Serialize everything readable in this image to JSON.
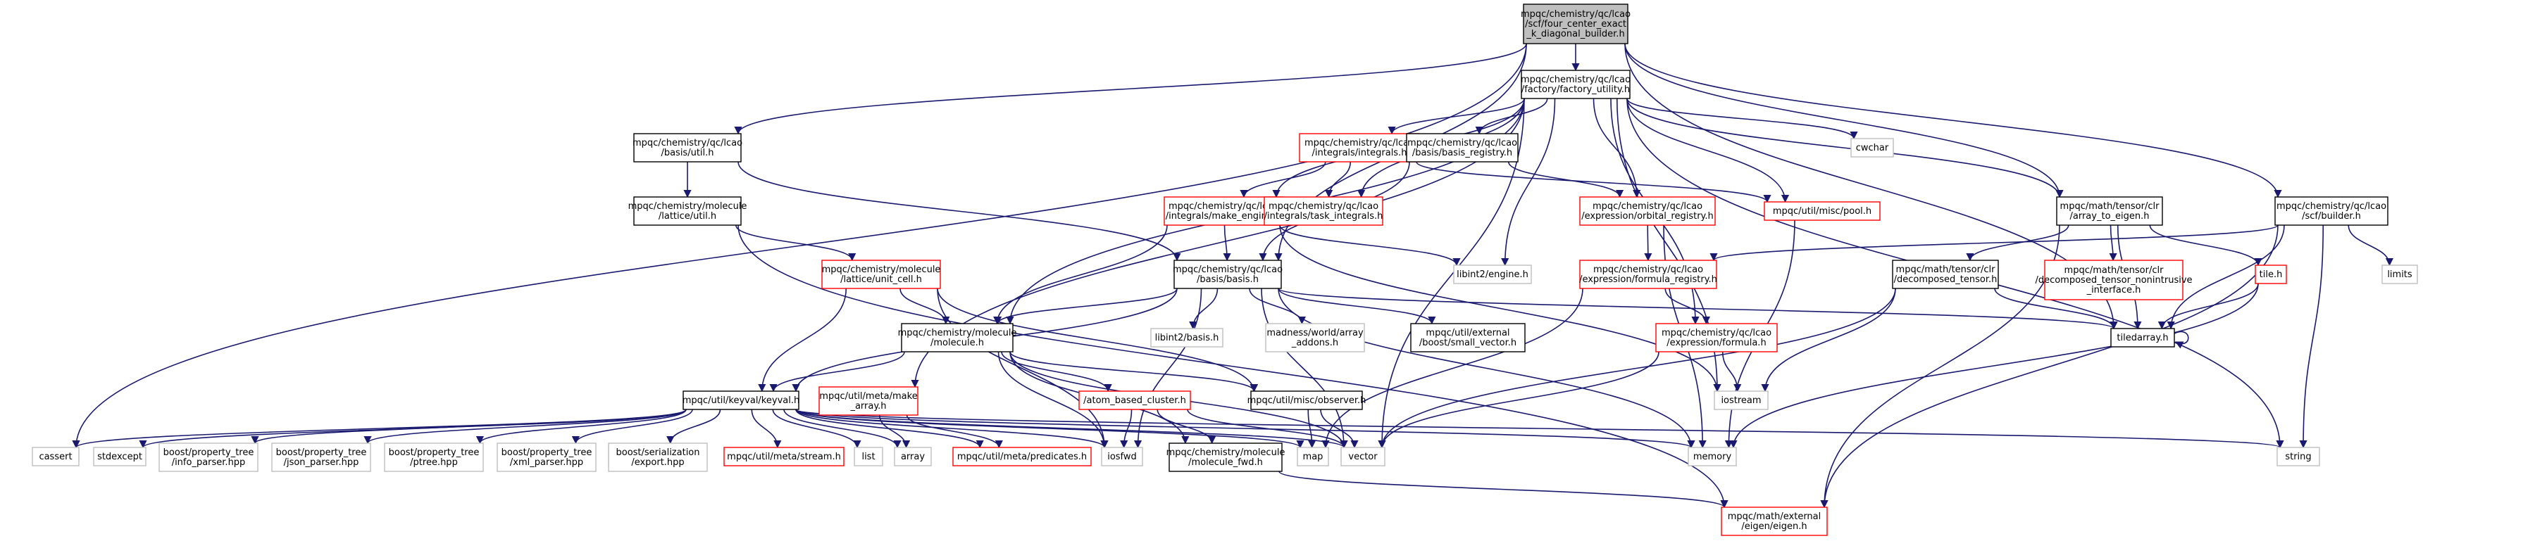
{
  "diagram": {
    "nodes": [
      {
        "id": "root",
        "lines": [
          "mpqc/chemistry/qc/lcao",
          "/scf/four_center_exact",
          "_k_diagonal_builder.h"
        ],
        "style": "root"
      },
      {
        "id": "factory_utility",
        "lines": [
          "mpqc/chemistry/qc/lcao",
          "/factory/factory_utility.h"
        ],
        "style": "doc"
      },
      {
        "id": "lcao_basis_util",
        "lines": [
          "mpqc/chemistry/qc/lcao",
          "/basis/util.h"
        ],
        "style": "doc"
      },
      {
        "id": "lattice_util",
        "lines": [
          "mpqc/chemistry/molecule",
          "/lattice/util.h"
        ],
        "style": "doc"
      },
      {
        "id": "unit_cell",
        "lines": [
          "mpqc/chemistry/molecule",
          "/lattice/unit_cell.h"
        ],
        "style": "red"
      },
      {
        "id": "integrals",
        "lines": [
          "mpqc/chemistry/qc/lcao",
          "/integrals/integrals.h"
        ],
        "style": "red"
      },
      {
        "id": "basis_registry",
        "lines": [
          "mpqc/chemistry/qc/lcao",
          "/basis/basis_registry.h"
        ],
        "style": "doc"
      },
      {
        "id": "make_engine",
        "lines": [
          "mpqc/chemistry/qc/lcao",
          "/integrals/make_engine.h"
        ],
        "style": "red"
      },
      {
        "id": "task_integrals",
        "lines": [
          "mpqc/chemistry/qc/lcao",
          "/integrals/task_integrals.h"
        ],
        "style": "red"
      },
      {
        "id": "cwchar",
        "lines": [
          "cwchar"
        ],
        "style": "ext"
      },
      {
        "id": "orbital_registry",
        "lines": [
          "mpqc/chemistry/qc/lcao",
          "/expression/orbital_registry.h"
        ],
        "style": "red"
      },
      {
        "id": "pool",
        "lines": [
          "mpqc/util/misc/pool.h"
        ],
        "style": "red"
      },
      {
        "id": "array_to_eigen",
        "lines": [
          "mpqc/math/tensor/clr",
          "/array_to_eigen.h"
        ],
        "style": "doc"
      },
      {
        "id": "scf_builder",
        "lines": [
          "mpqc/chemistry/qc/lcao",
          "/scf/builder.h"
        ],
        "style": "doc"
      },
      {
        "id": "libint2_engine",
        "lines": [
          "libint2/engine.h"
        ],
        "style": "ext"
      },
      {
        "id": "formula_registry",
        "lines": [
          "mpqc/chemistry/qc/lcao",
          "/expression/formula_registry.h"
        ],
        "style": "red"
      },
      {
        "id": "basis_h",
        "lines": [
          "mpqc/chemistry/qc/lcao",
          "/basis/basis.h"
        ],
        "style": "doc"
      },
      {
        "id": "decomposed_tensor",
        "lines": [
          "mpqc/math/tensor/clr",
          "/decomposed_tensor.h"
        ],
        "style": "doc"
      },
      {
        "id": "decomposed_nonintrusive",
        "lines": [
          "mpqc/math/tensor/clr",
          "/decomposed_tensor_nonintrusive",
          "_interface.h"
        ],
        "style": "red"
      },
      {
        "id": "tile_h",
        "lines": [
          "tile.h"
        ],
        "style": "red"
      },
      {
        "id": "limits",
        "lines": [
          "limits"
        ],
        "style": "ext"
      },
      {
        "id": "formula",
        "lines": [
          "mpqc/chemistry/qc/lcao",
          "/expression/formula.h"
        ],
        "style": "red"
      },
      {
        "id": "molecule_h",
        "lines": [
          "mpqc/chemistry/molecule",
          "/molecule.h"
        ],
        "style": "doc"
      },
      {
        "id": "libint2_basis",
        "lines": [
          "libint2/basis.h"
        ],
        "style": "ext"
      },
      {
        "id": "madness_addons",
        "lines": [
          "madness/world/array",
          "_addons.h"
        ],
        "style": "ext"
      },
      {
        "id": "small_vector",
        "lines": [
          "mpqc/util/external",
          "/boost/small_vector.h"
        ],
        "style": "doc"
      },
      {
        "id": "tiledarray",
        "lines": [
          "tiledarray.h"
        ],
        "style": "doc"
      },
      {
        "id": "keyval",
        "lines": [
          "mpqc/util/keyval/keyval.h"
        ],
        "style": "doc"
      },
      {
        "id": "make_array",
        "lines": [
          "mpqc/util/meta/make",
          "_array.h"
        ],
        "style": "red"
      },
      {
        "id": "atom_cluster",
        "lines": [
          "/atom_based_cluster.h"
        ],
        "style": "red"
      },
      {
        "id": "observer",
        "lines": [
          "mpqc/util/misc/observer.h"
        ],
        "style": "doc"
      },
      {
        "id": "iostream",
        "lines": [
          "iostream"
        ],
        "style": "ext"
      },
      {
        "id": "cassert",
        "lines": [
          "cassert"
        ],
        "style": "ext"
      },
      {
        "id": "stdexcept",
        "lines": [
          "stdexcept"
        ],
        "style": "ext"
      },
      {
        "id": "info_parser",
        "lines": [
          "boost/property_tree",
          "/info_parser.hpp"
        ],
        "style": "ext"
      },
      {
        "id": "json_parser",
        "lines": [
          "boost/property_tree",
          "/json_parser.hpp"
        ],
        "style": "ext"
      },
      {
        "id": "ptree",
        "lines": [
          "boost/property_tree",
          "/ptree.hpp"
        ],
        "style": "ext"
      },
      {
        "id": "xml_parser",
        "lines": [
          "boost/property_tree",
          "/xml_parser.hpp"
        ],
        "style": "ext"
      },
      {
        "id": "serialization_export",
        "lines": [
          "boost/serialization",
          "/export.hpp"
        ],
        "style": "ext"
      },
      {
        "id": "stream_h",
        "lines": [
          "mpqc/util/meta/stream.h"
        ],
        "style": "red"
      },
      {
        "id": "list",
        "lines": [
          "list"
        ],
        "style": "ext"
      },
      {
        "id": "array",
        "lines": [
          "array"
        ],
        "style": "ext"
      },
      {
        "id": "predicates",
        "lines": [
          "mpqc/util/meta/predicates.h"
        ],
        "style": "red"
      },
      {
        "id": "iosfwd",
        "lines": [
          "iosfwd"
        ],
        "style": "ext"
      },
      {
        "id": "molecule_fwd",
        "lines": [
          "mpqc/chemistry/molecule",
          "/molecule_fwd.h"
        ],
        "style": "doc"
      },
      {
        "id": "map",
        "lines": [
          "map"
        ],
        "style": "ext"
      },
      {
        "id": "vector",
        "lines": [
          "vector"
        ],
        "style": "ext"
      },
      {
        "id": "memory",
        "lines": [
          "memory"
        ],
        "style": "ext"
      },
      {
        "id": "string",
        "lines": [
          "string"
        ],
        "style": "ext"
      },
      {
        "id": "eigen",
        "lines": [
          "mpqc/math/external",
          "/eigen/eigen.h"
        ],
        "style": "red"
      }
    ]
  }
}
